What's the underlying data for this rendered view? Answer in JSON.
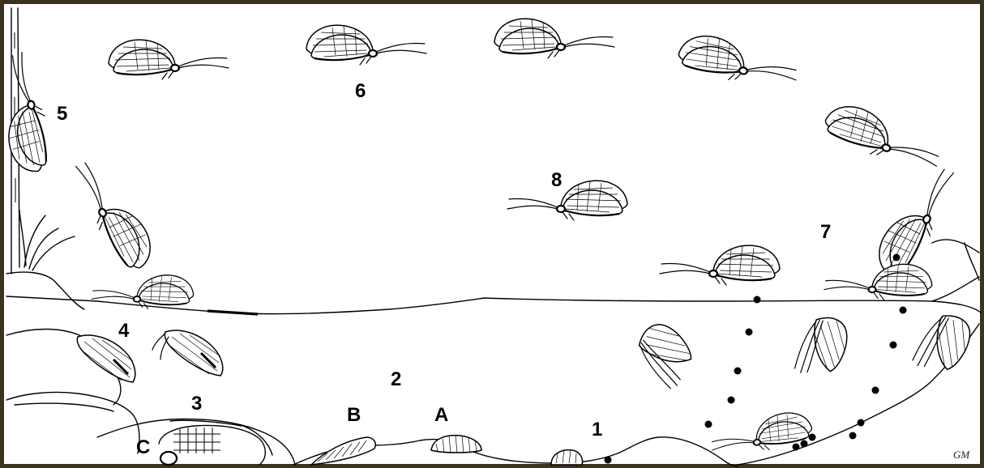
{
  "labels": {
    "n1": "1",
    "n2": "2",
    "n3": "3",
    "n4": "4",
    "n5": "5",
    "n6": "6",
    "n7": "7",
    "n8": "8",
    "A": "A",
    "B": "B",
    "C": "C"
  },
  "signature": "GM",
  "colors": {
    "frame": "#3a3320",
    "background": "#ffffff",
    "ink": "#000000"
  }
}
